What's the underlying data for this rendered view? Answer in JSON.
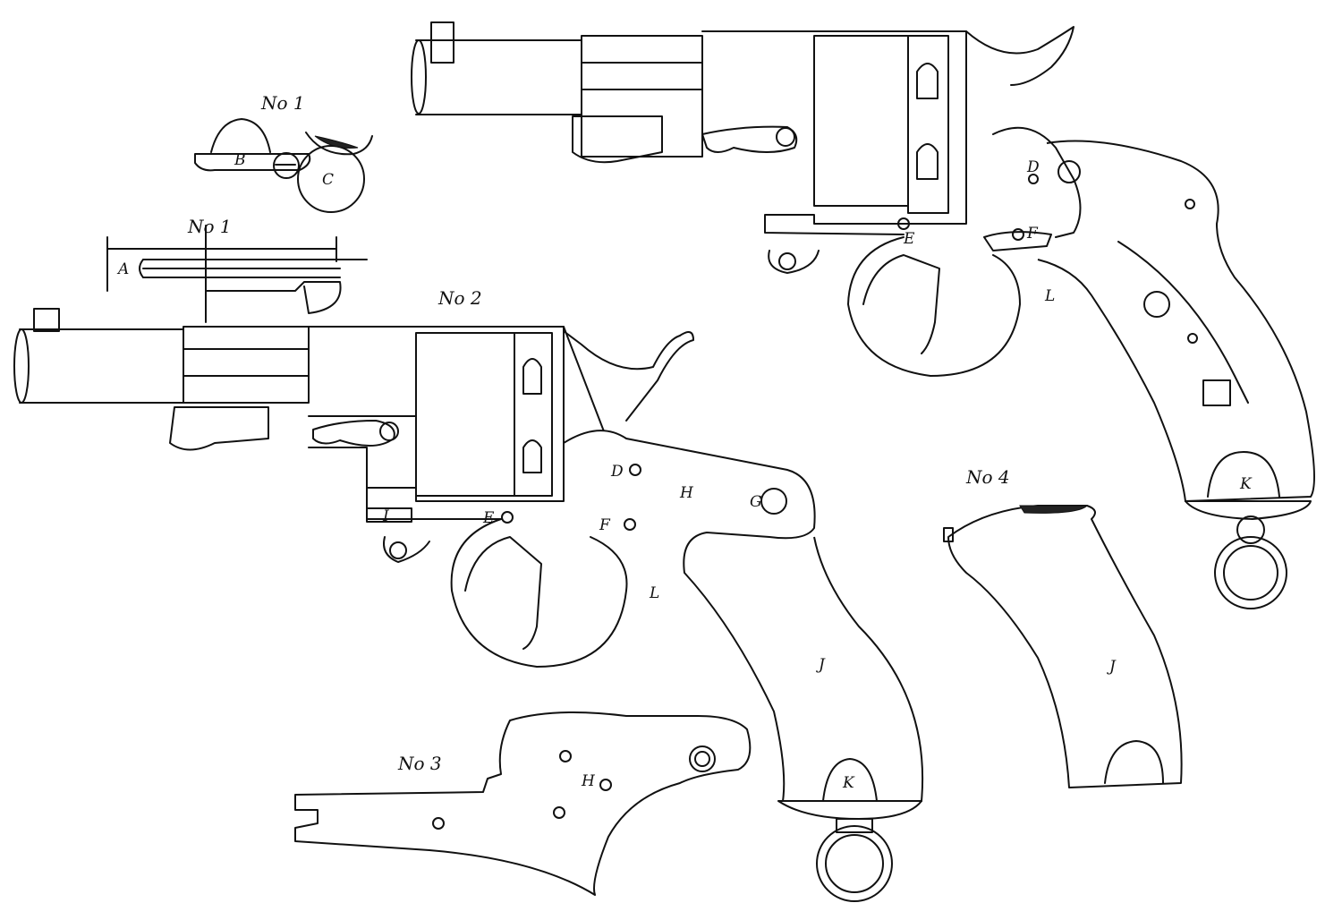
{
  "figures": {
    "fig1_small": "No 1",
    "fig1_barrel": "No 1",
    "fig2": "No 2",
    "fig3": "No 3",
    "fig4": "No 4"
  },
  "labels": {
    "detail": {
      "B": "B",
      "C": "C",
      "A": "A"
    },
    "left_revolver": {
      "D": "D",
      "H": "H",
      "G": "G",
      "E": "E",
      "I": "I",
      "F": "F",
      "L": "L",
      "J": "J",
      "K": "K"
    },
    "right_revolver": {
      "D": "D",
      "E": "E",
      "F": "F",
      "L": "L",
      "K": "K"
    },
    "fig3": {
      "H": "H"
    },
    "fig4": {
      "J": "J"
    }
  }
}
